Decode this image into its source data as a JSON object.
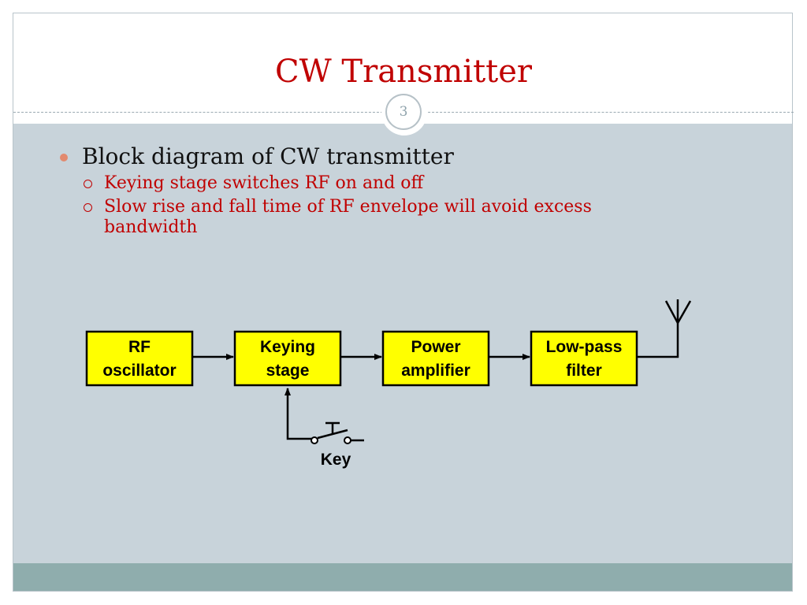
{
  "slide": {
    "title": "CW Transmitter",
    "page_number": "3",
    "bullet": {
      "text": "Block diagram of CW transmitter",
      "subs": [
        "Keying stage switches RF on and off",
        "Slow rise and fall time of RF envelope will avoid excess bandwidth"
      ]
    }
  },
  "diagram": {
    "blocks": [
      {
        "line1": "RF",
        "line2": "oscillator"
      },
      {
        "line1": "Keying",
        "line2": "stage"
      },
      {
        "line1": "Power",
        "line2": "amplifier"
      },
      {
        "line1": "Low-pass",
        "line2": "filter"
      }
    ],
    "key_label": "Key",
    "colors": {
      "block_fill": "#ffff00",
      "stroke": "#000000",
      "title": "#c00000"
    }
  }
}
